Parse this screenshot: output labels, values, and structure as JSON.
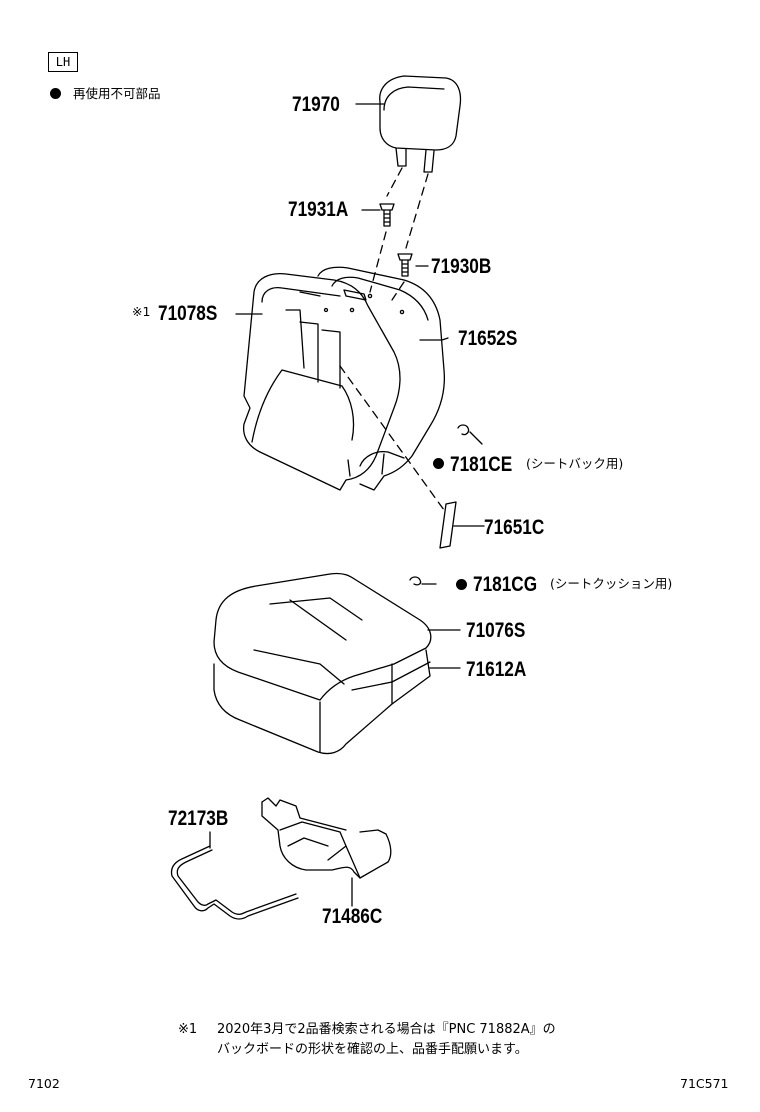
{
  "region_tag": "LH",
  "legend": {
    "bullet": "●",
    "text": "再使用不可部品"
  },
  "parts": {
    "p71970": "71970",
    "p71931A": "71931A",
    "p71930B": "71930B",
    "p71078S": "71078S",
    "p71078S_mark": "※1",
    "p71652S": "71652S",
    "p7181CE": "7181CE",
    "p7181CE_note": "(シートバック用)",
    "p71651C": "71651C",
    "p7181CG": "7181CG",
    "p7181CG_note": "(シートクッション用)",
    "p71076S": "71076S",
    "p71612A": "71612A",
    "p72173B": "72173B",
    "p71486C": "71486C"
  },
  "footnote": {
    "mark": "※1",
    "line1": "2020年3月で2品番検索される場合は『PNC 71882A』の",
    "line2": "バックボードの形状を確認の上、品番手配願います。"
  },
  "footer": {
    "left_code": "7102",
    "right_code": "71C571"
  }
}
